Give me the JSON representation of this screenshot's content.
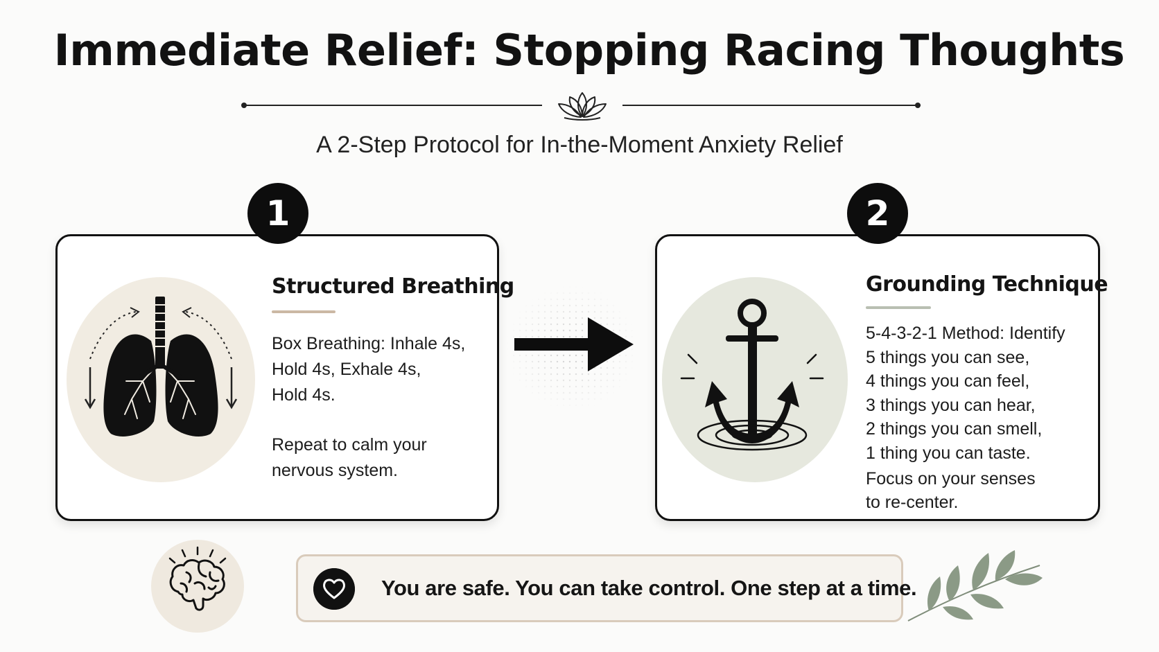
{
  "title": "Immediate Relief: Stopping Racing Thoughts",
  "subtitle": "A 2-Step Protocol for In-the-Moment Anxiety Relief",
  "steps": [
    {
      "number": "1",
      "heading": "Structured Breathing",
      "paragraphs": [
        "Box Breathing: Inhale 4s,",
        "Hold 4s, Exhale 4s,",
        "Hold 4s."
      ],
      "closing": [
        "Repeat to calm your",
        "nervous system."
      ],
      "icon": "lungs-icon",
      "accent": "#cbb8a4",
      "circle_color": "#f1ece2"
    },
    {
      "number": "2",
      "heading": "Grounding Technique",
      "lines": [
        "5-4-3-2-1 Method: Identify",
        "5 things you can see,",
        "4 things you can feel,",
        "3 things you can hear,",
        "2 things you can smell,",
        "1 thing you can taste."
      ],
      "closing": [
        "Focus on your senses",
        "to re-center."
      ],
      "icon": "anchor-icon",
      "accent": "#b9bfb2",
      "circle_color": "#e6e8de"
    }
  ],
  "affirmation": "You are safe. You can take control. One step at a time.",
  "icons": {
    "divider": "lotus-icon",
    "connector": "right-arrow-icon",
    "bottom_left": "brain-icon",
    "affirmation": "heart-icon",
    "decoration": "leaf-branch-icon"
  },
  "colors": {
    "background": "#fbfbfa",
    "ink": "#111111",
    "affirmation_fill": "#f6f3ee",
    "affirmation_border": "#d9cbbb",
    "leaf": "#8b9a86"
  }
}
